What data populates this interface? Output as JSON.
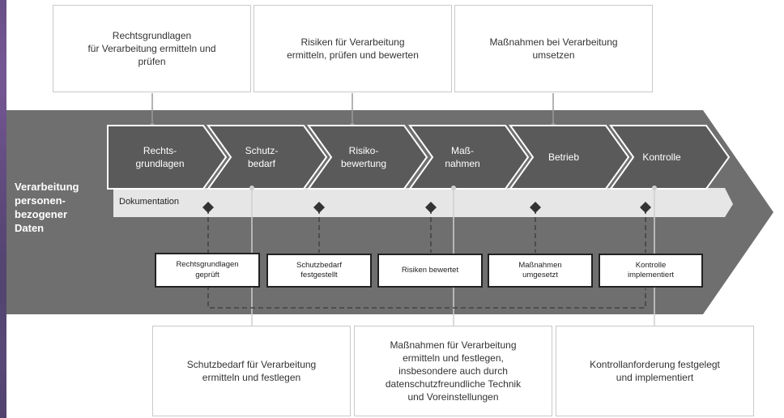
{
  "colors": {
    "band": "#6f6f6f",
    "chevron": "#5a5a5a",
    "doc_bar": "#e6e6e6",
    "connector": "#444444"
  },
  "top_boxes": [
    {
      "text": "Rechtsgrundlagen\nfür Verarbeitung ermitteln und\nprüfen"
    },
    {
      "text": "Risiken für Verarbeitung\nermitteln, prüfen und bewerten"
    },
    {
      "text": "Maßnahmen bei Verarbeitung\numsetzen"
    }
  ],
  "side_label": "Verarbeitung\npersonen-\nbezogener\nDaten",
  "phases": [
    {
      "label": "Rechts-\ngrundlagen"
    },
    {
      "label": "Schutz-\nbedarf"
    },
    {
      "label": "Risiko-\nbewertung"
    },
    {
      "label": "Maß-\nnahmen"
    },
    {
      "label": "Betrieb"
    },
    {
      "label": "Kontrolle"
    }
  ],
  "documentation_label": "Dokumentation",
  "milestones": [
    {
      "text": "Rechtsgrundlagen\ngeprüft"
    },
    {
      "text": "Schutzbedarf\nfestgestellt"
    },
    {
      "text": "Risiken bewertet"
    },
    {
      "text": "Maßnahmen\numgesetzt"
    },
    {
      "text": "Kontrolle\nimplementiert"
    }
  ],
  "bottom_boxes": [
    {
      "text": "Schutzbedarf für Verarbeitung\nermitteln und festlegen"
    },
    {
      "text": "Maßnahmen für Verarbeitung\nermitteln und festlegen,\ninsbesondere auch durch\ndatenschutzfreundliche Technik\nund Voreinstellungen"
    },
    {
      "text": "Kontrollanforderung festgelegt\nund implementiert"
    }
  ]
}
